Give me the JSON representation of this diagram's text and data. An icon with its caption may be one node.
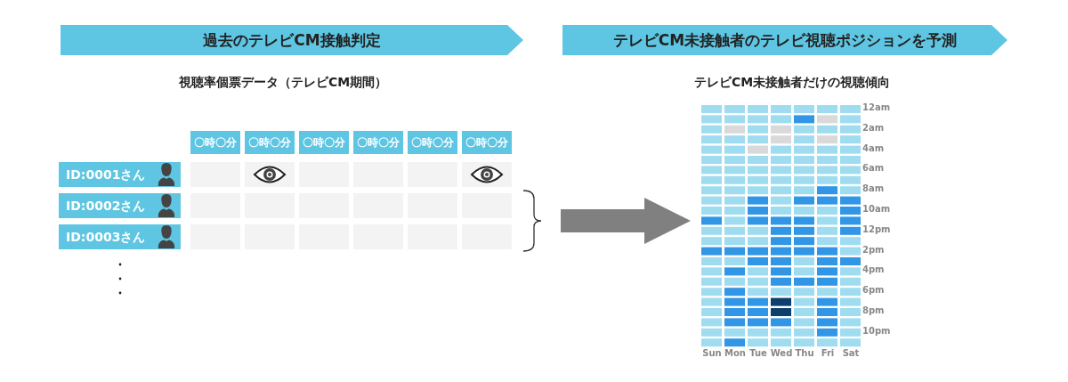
{
  "diagram": {
    "nodes": [
      {
        "text": [
          "過去のテレビCM接触判定"
        ]
      },
      {
        "text": [
          "テレビCM未接触者のテレビ視聴ポジションを予測"
        ]
      },
      {
        "text": [
          "ID:0001さん"
        ]
      },
      {
        "text": [
          "ID:0002さん"
        ]
      },
      {
        "text": [
          "ID:0003さん"
        ]
      },
      {
        "text": [],
        "shape": "bracket"
      },
      {
        "text": [],
        "shape": "picture"
      }
    ],
    "edges": [
      {
        "from": 5,
        "to": 6,
        "arrow": "to"
      }
    ],
    "labels": [
      "視聴率個票データ（テレビCM期間）",
      "〇時〇分",
      "〇時〇分",
      "〇時〇分",
      "〇時〇分",
      "〇時〇分",
      "〇時〇分",
      "テレビCM未接触者だけの視聴傾向",
      "12am",
      "2am",
      "4am",
      "6am",
      "8am",
      "10am",
      "12pm",
      "2pm",
      "4pm",
      "6pm",
      "8pm",
      "10pm",
      "Sun",
      "Mon",
      "Tue",
      "Wed",
      "Thu",
      "Fri",
      "Sat"
    ]
  }
}
